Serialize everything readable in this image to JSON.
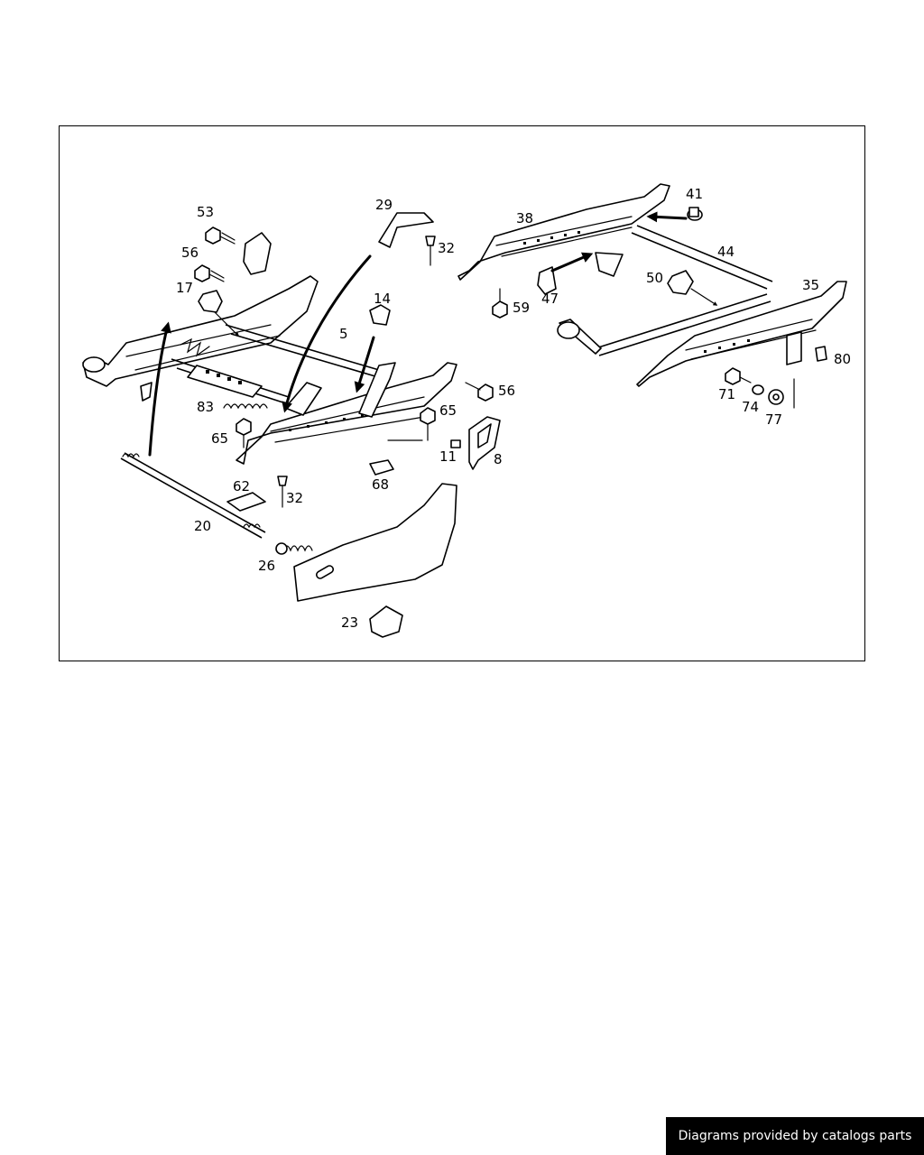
{
  "diagram": {
    "callouts": [
      "53",
      "29",
      "32",
      "41",
      "38",
      "56",
      "17",
      "14",
      "44",
      "47",
      "59",
      "50",
      "35",
      "5",
      "80",
      "56",
      "83",
      "65",
      "71",
      "74",
      "77",
      "65",
      "11",
      "8",
      "68",
      "62",
      "32",
      "20",
      "26",
      "23"
    ]
  },
  "footer": {
    "credit": "Diagrams provided by catalogs parts"
  }
}
